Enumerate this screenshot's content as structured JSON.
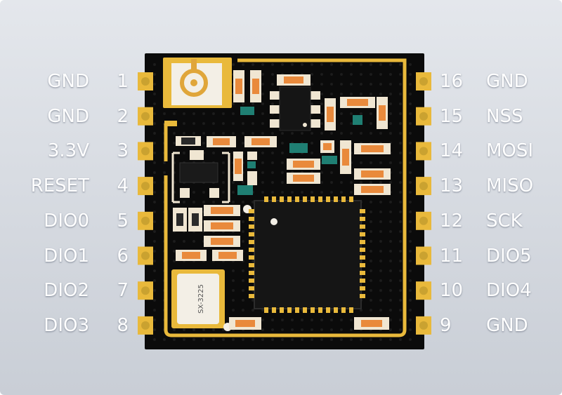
{
  "pins_left": [
    {
      "num": "1",
      "name": "GND"
    },
    {
      "num": "2",
      "name": "GND"
    },
    {
      "num": "3",
      "name": "3.3V"
    },
    {
      "num": "4",
      "name": "RESET"
    },
    {
      "num": "5",
      "name": "DIO0"
    },
    {
      "num": "6",
      "name": "DIO1"
    },
    {
      "num": "7",
      "name": "DIO2"
    },
    {
      "num": "8",
      "name": "DIO3"
    }
  ],
  "pins_right": [
    {
      "num": "16",
      "name": "GND"
    },
    {
      "num": "15",
      "name": "NSS"
    },
    {
      "num": "14",
      "name": "MOSI"
    },
    {
      "num": "13",
      "name": "MISO"
    },
    {
      "num": "12",
      "name": "SCK"
    },
    {
      "num": "11",
      "name": "DIO5"
    },
    {
      "num": "10",
      "name": "DIO4"
    },
    {
      "num": "9",
      "name": "GND"
    }
  ],
  "crystal_marking": "SX-3225",
  "colors": {
    "board": "#0b0b0b",
    "copper": "#e9b93b",
    "component": "#f0e6d2",
    "resistor_body": "#e98a3c",
    "capacitor": "#1f7f73"
  }
}
